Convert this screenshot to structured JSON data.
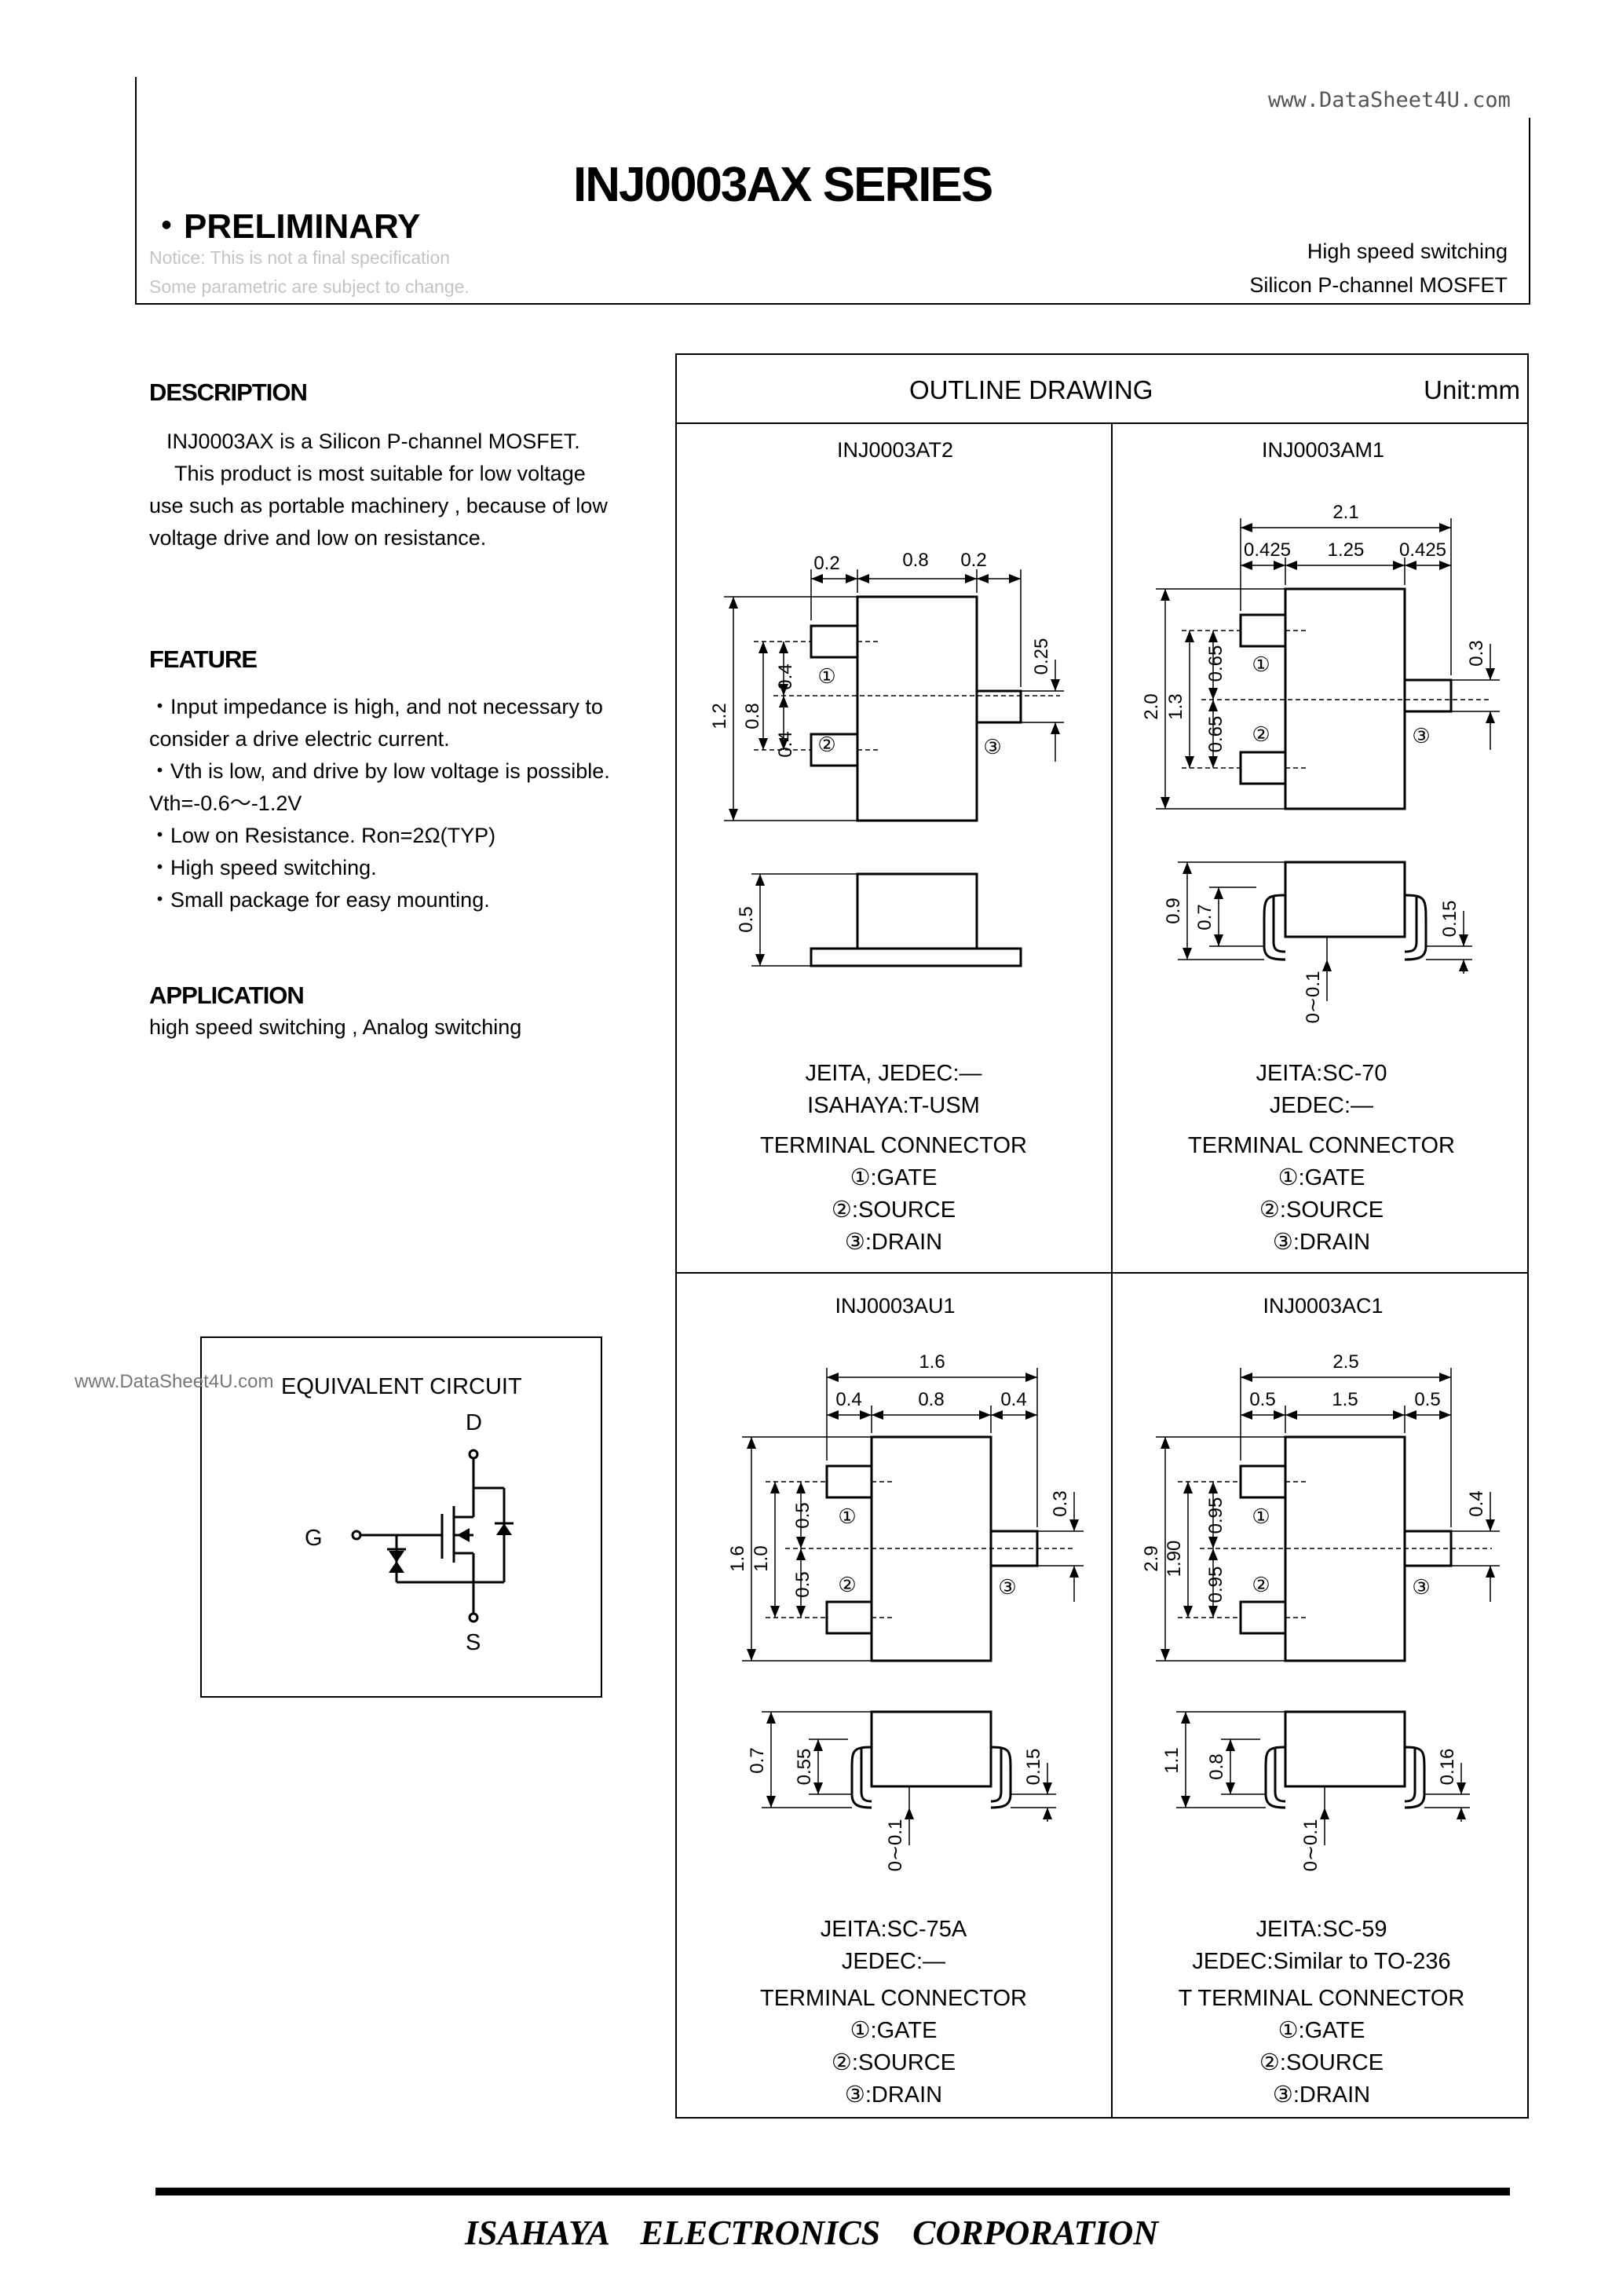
{
  "header": {
    "watermark": "www.DataSheet4U.com",
    "series_title": "INJ0003AX SERIES",
    "preliminary": "・PRELIMINARY",
    "notice_line1": "Notice: This is not a final specification",
    "notice_line2": "Some parametric are subject to change.",
    "subtitle_line1": "High speed switching",
    "subtitle_line2": "Silicon P-channel MOSFET"
  },
  "description": {
    "heading": "DESCRIPTION",
    "para1": "INJ0003AX is a Silicon P-channel MOSFET.",
    "para2_l1": "This product is most suitable for low voltage",
    "para2_l2": "use such as portable machinery , because of   low",
    "para2_l3": "voltage drive and low on resistance."
  },
  "feature": {
    "heading": "FEATURE",
    "items": [
      "・Input impedance is high, and not necessary to",
      "consider a drive electric current.",
      "・Vth is low, and drive by low voltage is possible.",
      "Vth=-0.6〜-1.2V",
      "・Low on Resistance. Ron=2Ω(TYP)",
      "・High speed switching.",
      "・Small package for easy mounting."
    ]
  },
  "application": {
    "heading": "APPLICATION",
    "text": "high speed switching , Analog switching"
  },
  "circuit": {
    "watermark": "www.DataSheet4U.com",
    "title": "EQUIVALENT CIRCUIT",
    "pin_d": "D",
    "pin_g": "G",
    "pin_s": "S"
  },
  "outline": {
    "title": "OUTLINE DRAWING",
    "unit": "Unit:mm",
    "packages": [
      {
        "name": "INJ0003AT2",
        "info": [
          "JEITA, JEDEC:—",
          "ISAHAYA:T-USM"
        ],
        "terminal_heading": "TERMINAL CONNECTOR",
        "terminals": [
          "①:GATE",
          "②:SOURCE",
          "③:DRAIN"
        ],
        "dims": {
          "top_left": "0.2",
          "top_mid": "0.8",
          "top_right": "0.2",
          "overall_h": "1.2",
          "pitch_total": "0.8",
          "pitch_upper": "0.4",
          "pitch_lower": "0.4",
          "lead_w": "0.25",
          "side_h": "0.5"
        }
      },
      {
        "name": "INJ0003AM1",
        "info": [
          "JEITA:SC-70",
          "JEDEC:—"
        ],
        "terminal_heading": "TERMINAL CONNECTOR",
        "terminals": [
          "①:GATE",
          "②:SOURCE",
          "③:DRAIN"
        ],
        "dims": {
          "top_total": "2.1",
          "top_left": "0.425",
          "top_mid": "1.25",
          "top_right": "0.425",
          "overall_h": "2.0",
          "pitch_total": "1.3",
          "pitch_upper": "0.65",
          "pitch_lower": "0.65",
          "lead_w": "0.3",
          "side_h": "0.9",
          "body_h": "0.7",
          "lead_t": "0.15",
          "standoff": "0∼0.1"
        }
      },
      {
        "name": "INJ0003AU1",
        "info": [
          "JEITA:SC-75A",
          "JEDEC:—"
        ],
        "terminal_heading": "TERMINAL CONNECTOR",
        "terminals": [
          "①:GATE",
          "②:SOURCE",
          "③:DRAIN"
        ],
        "dims": {
          "top_total": "1.6",
          "top_left": "0.4",
          "top_mid": "0.8",
          "top_right": "0.4",
          "overall_h": "1.6",
          "pitch_total": "1.0",
          "pitch_upper": "0.5",
          "pitch_lower": "0.5",
          "lead_w": "0.3",
          "side_h": "0.7",
          "body_h": "0.55",
          "lead_t": "0.15",
          "standoff": "0∼0.1"
        }
      },
      {
        "name": "INJ0003AC1",
        "info": [
          "JEITA:SC-59",
          "JEDEC:Similar to TO-236"
        ],
        "terminal_heading": "T TERMINAL CONNECTOR",
        "terminals": [
          "①:GATE",
          "②:SOURCE",
          "③:DRAIN"
        ],
        "dims": {
          "top_total": "2.5",
          "top_left": "0.5",
          "top_mid": "1.5",
          "top_right": "0.5",
          "overall_h": "2.9",
          "pitch_total": "1.90",
          "pitch_upper": "0.95",
          "pitch_lower": "0.95",
          "lead_w": "0.4",
          "side_h": "1.1",
          "body_h": "0.8",
          "lead_t": "0.16",
          "standoff": "0∼0.1"
        }
      }
    ]
  },
  "footer": {
    "company": "ISAHAYA ELECTRONICS CORPORATION"
  }
}
